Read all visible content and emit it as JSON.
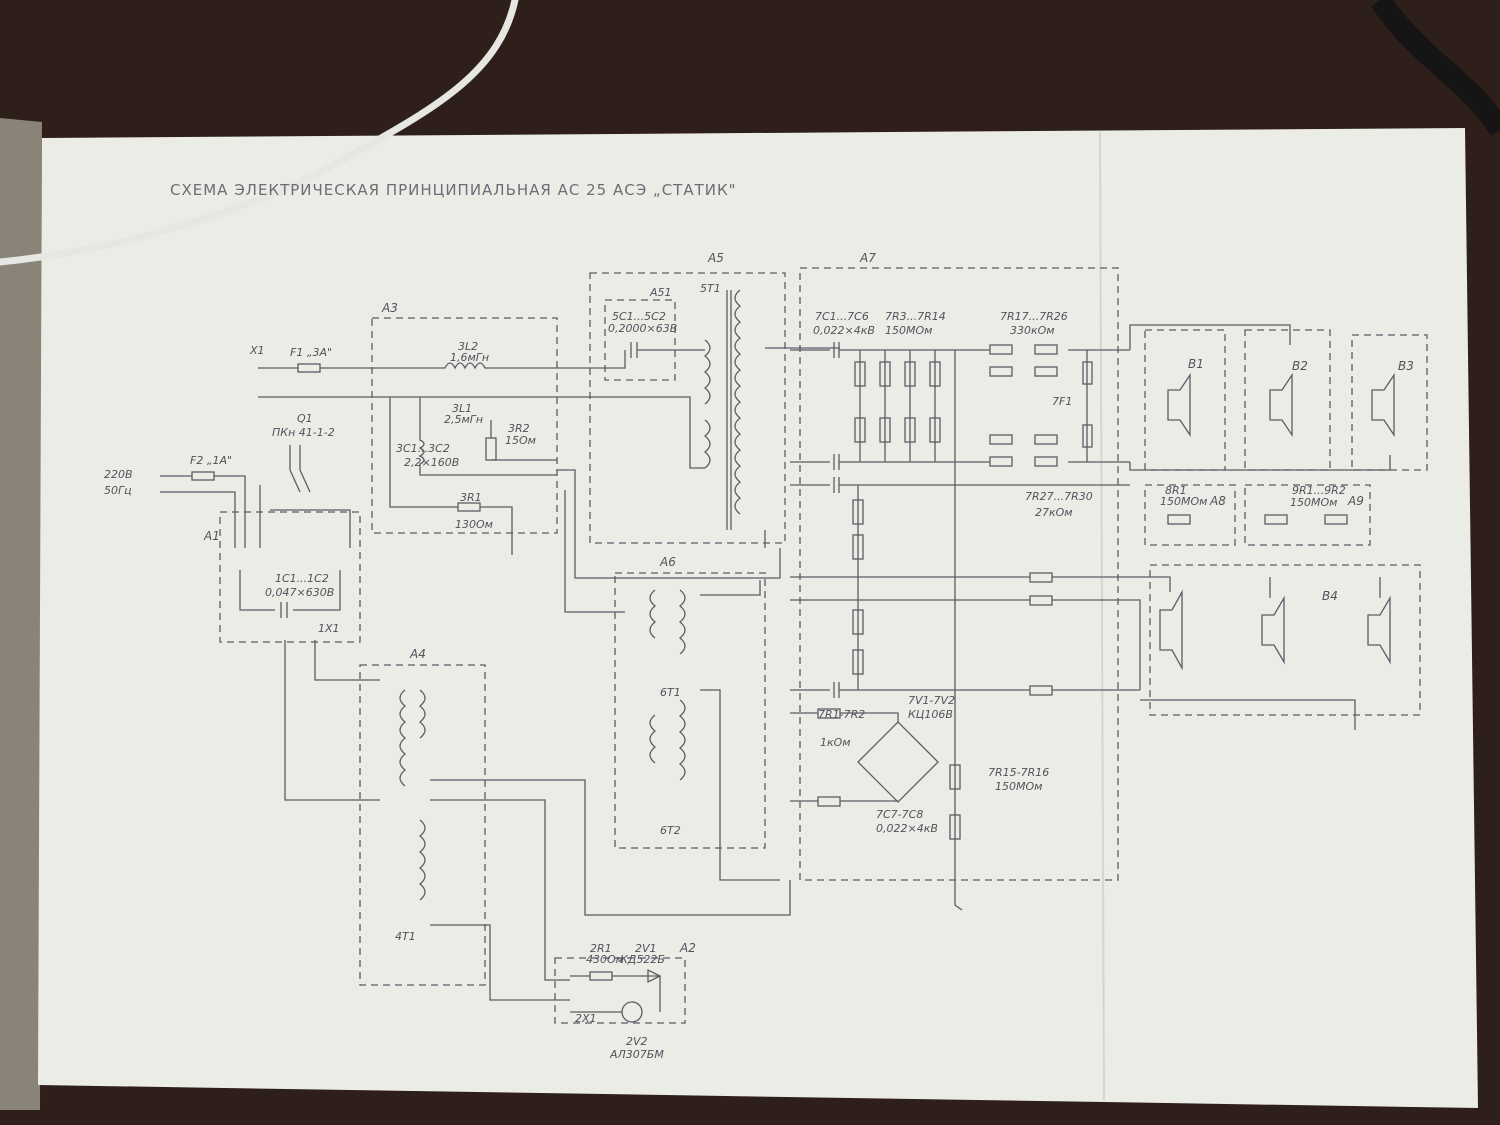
{
  "title": "СХЕМА ЭЛЕКТРИЧЕСКАЯ ПРИНЦИПИАЛЬНАЯ АС 25 АСЭ „СТАТИК\"",
  "blocks": {
    "A1": "A1",
    "A2": "A2",
    "A3": "A3",
    "A4": "A4",
    "A5": "A5",
    "A51": "A51",
    "A6": "A6",
    "A7": "A7",
    "A8": "A8",
    "A9": "A9"
  },
  "input": {
    "x1": "X1",
    "mains": "220В",
    "freq": "50Гц",
    "f1": "F1 „3А\"",
    "f2": "F2 „1А\""
  },
  "switch": {
    "ref": "Q1",
    "type": "ПКн 41-1-2"
  },
  "a1": {
    "cap_ref": "1C1...1C2",
    "cap_val": "0,047×630В",
    "conn": "1X1"
  },
  "a3": {
    "l2_ref": "3L2",
    "l2_val": "1,6мГн",
    "l1_ref": "3L1",
    "l1_val": "2,5мГн",
    "c_ref": "3C1...3C2",
    "c_val": "2,2×160В",
    "r2_ref": "3R2",
    "r2_val": "15Ом",
    "r1_ref": "3R1",
    "r1_val": "130Ом"
  },
  "a5": {
    "c_ref": "5C1...5C2",
    "c_val": "0,2000×63В",
    "t_ref": "5T1"
  },
  "a6": {
    "t1": "6T1",
    "t2": "6T2"
  },
  "a4": {
    "t": "4T1"
  },
  "a2": {
    "r_ref": "2R1",
    "r_val": "430Ом",
    "v_ref": "2V1",
    "v_type": "КД522Б",
    "led_ref": "2V2",
    "led_type": "АЛ307БМ",
    "conn": "2X1"
  },
  "a7": {
    "c_ref": "7C1...7C6",
    "c_val": "0,022×4кВ",
    "r_ref1": "7R3...7R14",
    "r_val1": "150МОм",
    "r_ref2": "7R17...7R26",
    "r_val2": "330кОм",
    "r_ref3": "7R27...7R30",
    "r_val3": "27кОм",
    "fuse": "7F1",
    "rlim_ref": "7R1-7R2",
    "rlim_val": "1кОм",
    "bridge_ref": "7V1-7V2",
    "bridge_type": "КЦ106В",
    "c2_ref": "7C7-7C8",
    "c2_val": "0,022×4кВ",
    "rbleed_ref": "7R15-7R16",
    "rbleed_val": "150МОм"
  },
  "a8": {
    "r_ref": "8R1",
    "r_val": "150МОм"
  },
  "a9": {
    "r_ref": "9R1...9R2",
    "r_val": "150МОм"
  },
  "speakers": {
    "b1": "B1",
    "b2": "B2",
    "b3": "B3",
    "b4": "B4"
  },
  "colors": {
    "paper": "#ecece6",
    "ink": "#5a5d66",
    "desk": "#2e1f1a"
  }
}
